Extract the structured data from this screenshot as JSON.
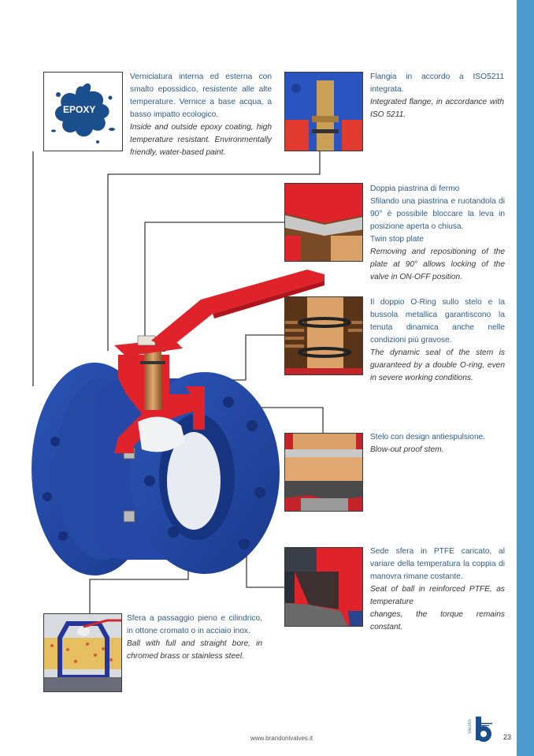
{
  "page": {
    "accent_color": "#4b9acb",
    "text_color": "#2e5a88",
    "footer_url": "www.brandonivalves.it",
    "page_number": "23",
    "logo_text": "VALVES"
  },
  "features": [
    {
      "id": "epoxy",
      "icon_label": "EPOXY",
      "it_text": "Verniciatura interna ed esterna con smalto epossidico, resistente alle alte temperature. Vernice a base acqua, a basso impatto ecologico.",
      "en_text": "Inside and outside epoxy coating, high temperature resistant. Environmentally friendly, water-based paint."
    },
    {
      "id": "flange",
      "it_text": "Flangia in accordo a ISO5211 integrata.",
      "en_text": "Integrated flange, in accordance with ISO 5211."
    },
    {
      "id": "stop-plate",
      "it_title": "Doppia piastrina di fermo",
      "it_text": "Sfilando una piastrina e ruotandola di 90° è possibile bloccare la leva in posizione aperta o chiusa.",
      "en_title": "Twin stop plate",
      "en_text": "Removing and repositioning of the plate at 90° allows locking of the valve in ON-OFF position."
    },
    {
      "id": "o-ring",
      "it_text": "Il doppio O-Ring sullo stelo e la bussola metallica garantiscono la tenuta dinamica anche nelle condizioni più gravose.",
      "en_text": "The dynamic seal of the stem is guaranteed by a double O-ring, even in severe working conditions."
    },
    {
      "id": "stem",
      "it_text": "Stelo con design antiespulsione.",
      "en_text": "Blow-out proof stem."
    },
    {
      "id": "seat",
      "it_text": "Sede sfera in PTFE caricato, al variare della temperatura la coppia di manovra rimane costante.",
      "en_text_1": "Seat of ball in reinforced PTFE, as temperature",
      "en_text_2": "changes, the torque remains constant."
    },
    {
      "id": "ball",
      "it_text": "Sfera a passaggio pieno e cilindrico, in ottone cromato o in acciaio inox.",
      "en_text": "Ball with full and straight bore, in chromed brass or stainless steel."
    }
  ]
}
